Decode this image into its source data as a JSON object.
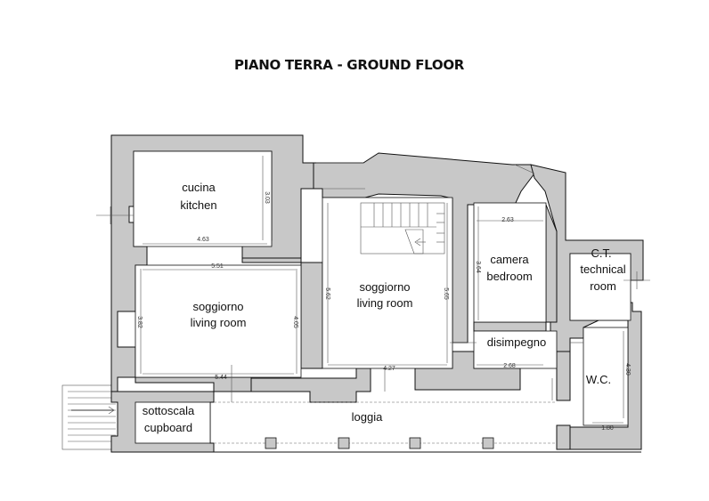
{
  "title": "PIANO TERRA - GROUND FLOOR",
  "rooms": {
    "cucina": {
      "it": "cucina",
      "en": "kitchen"
    },
    "soggiorno_left": {
      "it": "soggiorno",
      "en": "living room"
    },
    "soggiorno_center": {
      "it": "soggiorno",
      "en": "living room"
    },
    "camera": {
      "it": "camera",
      "en": "bedroom"
    },
    "ct": {
      "it": "C.T.",
      "en1": "technical",
      "en2": "room"
    },
    "disimpegno": {
      "it": "disimpegno"
    },
    "wc": {
      "it": "W.C."
    },
    "sottoscala": {
      "it": "sottoscala",
      "en": "cupboard"
    },
    "loggia": {
      "it": "loggia"
    }
  },
  "dimensions": {
    "kitchen_width": "4.63",
    "kitchen_height": "3.03",
    "living_left_width": "5.51",
    "living_left_height_a": "3.82",
    "living_left_height_b": "4.05",
    "living_left_bottom": "5.44",
    "living_center_left": "5.62",
    "living_center_right": "5.65",
    "living_center_bottom": "4.27",
    "bedroom_width": "2.63",
    "bedroom_height": "3.64",
    "hall_width": "2.68",
    "wc_height": "4.30",
    "wc_width": "1.80"
  },
  "colors": {
    "wall_fill": "#c8c8c8",
    "line": "#111111"
  }
}
